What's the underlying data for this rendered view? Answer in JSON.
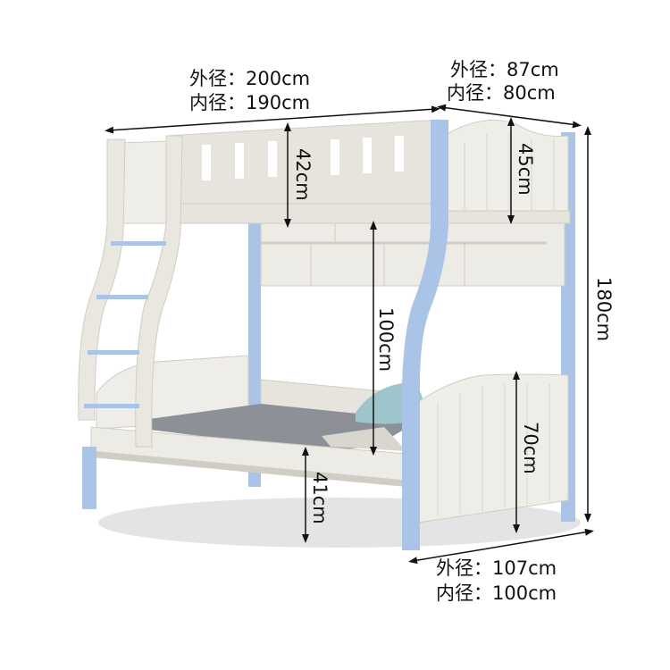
{
  "dimensions": {
    "length": {
      "outer": "外径：200cm",
      "inner": "内径：190cm"
    },
    "width_top": {
      "outer": "外径：87cm",
      "inner": "内径：80cm"
    },
    "width_bottom": {
      "outer": "外径：107cm",
      "inner": "内径：100cm"
    },
    "total_height": "180cm",
    "top_guard_height": "42cm",
    "head_guard_height": "45cm",
    "between_beds": "100cm",
    "lower_headboard": "70cm",
    "floor_clearance": "41cm"
  },
  "colors": {
    "frame": "#e6e4dc",
    "frame_shadow": "#cfcdc4",
    "accent_blue": "#a9c4e6",
    "mattress": "#8d9096",
    "pillow": "#9ec5cb",
    "floor_shadow": "#d9d9d9"
  }
}
